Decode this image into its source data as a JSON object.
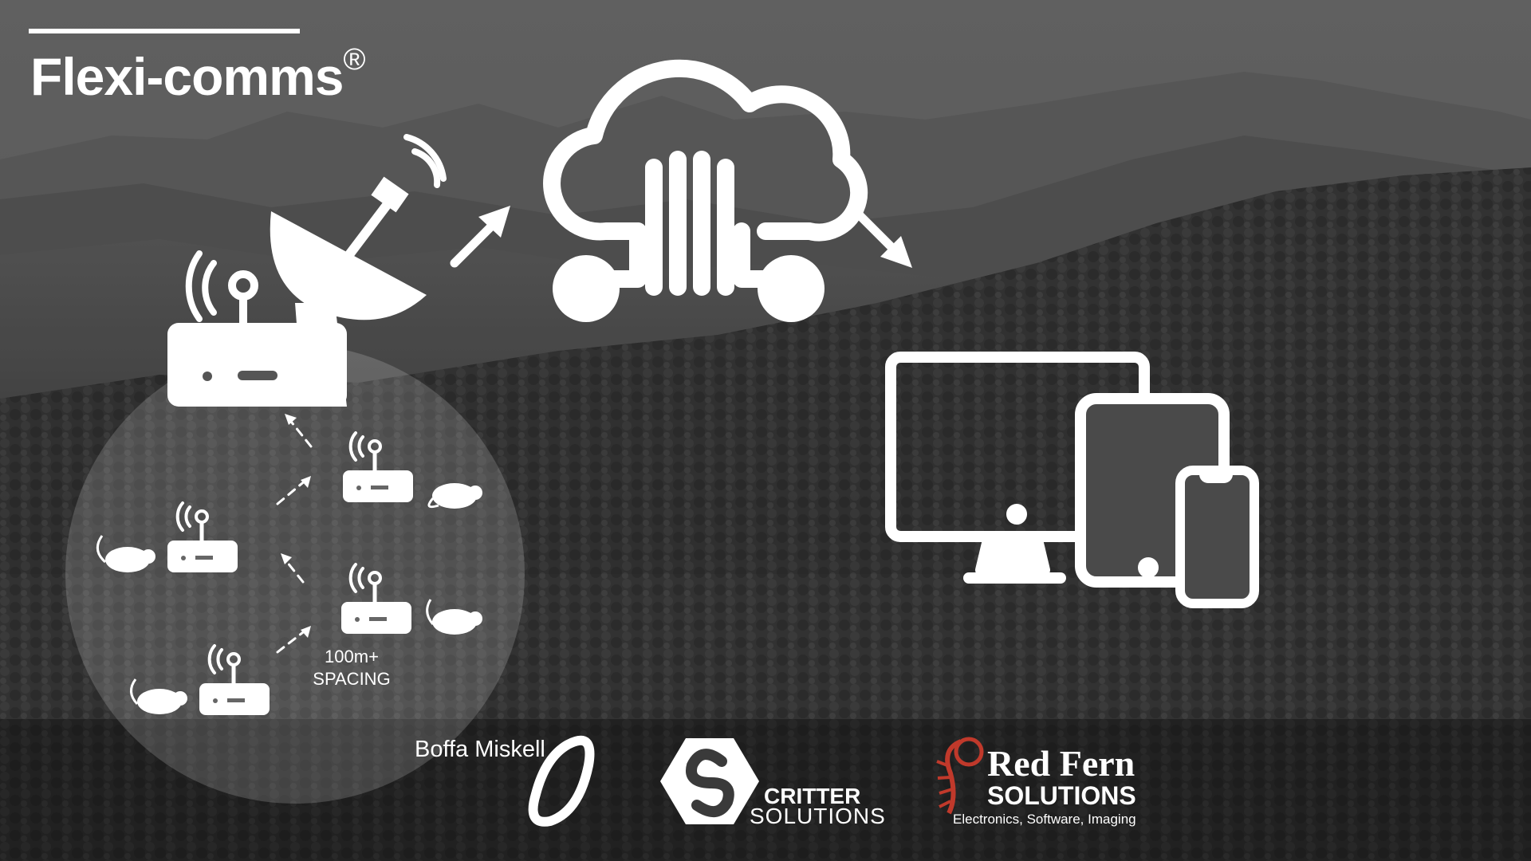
{
  "title": "Flexi-comms",
  "title_mark": "®",
  "network": {
    "spacing_line1": "100m+",
    "spacing_line2": "SPACING"
  },
  "icons": {
    "gateway": "router-with-satellite-dish",
    "cloud": "cloud-network",
    "devices": "monitor-tablet-phone",
    "nodes": "trap-node-router",
    "animals": "rodent"
  },
  "logos": {
    "boffa": "Boffa Miskell",
    "critter_1": "CRITTER",
    "critter_2": "SOLUTIONS",
    "redfern_1": "Red Fern",
    "redfern_2": "SOLUTIONS",
    "redfern_3": "Electronics, Software, Imaging"
  },
  "colors": {
    "foreground": "#ffffff",
    "logo_accent": "#c0392b"
  }
}
